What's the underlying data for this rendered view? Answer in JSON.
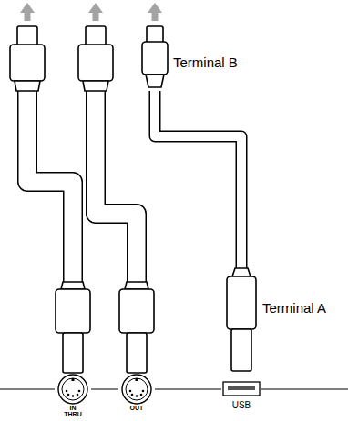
{
  "diagram": {
    "labels": [
      "Terminal B",
      "Terminal A",
      "IN THRU",
      "OUT",
      "USB"
    ]
  }
}
